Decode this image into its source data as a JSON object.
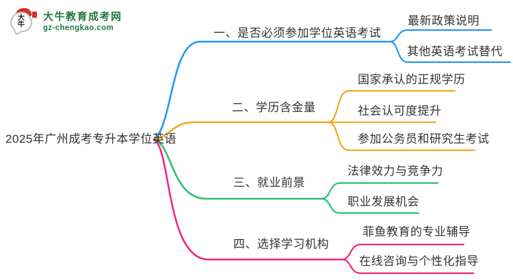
{
  "logo": {
    "mark_text": "大牛",
    "title": "大牛教育成考网",
    "url": "gz-chengkao.com"
  },
  "colors": {
    "blue": "#2196F3",
    "orange": "#F8A51B",
    "green": "#29C06A",
    "pink": "#F0267D",
    "text": "#333333",
    "logo_green": "#1F7A3C",
    "logo_red": "#D23128"
  },
  "mindmap": {
    "root": "2025年广州成考专升本学位英语",
    "branches": [
      {
        "label": "一、是否必须参加学位英语考试",
        "color": "#2196F3",
        "children": [
          "最新政策说明",
          "其他英语考试替代"
        ]
      },
      {
        "label": "二、学历含金量",
        "color": "#F8A51B",
        "children": [
          "国家承认的正规学历",
          "社会认可度提升",
          "参加公务员和研究生考试"
        ]
      },
      {
        "label": "三、就业前景",
        "color": "#29C06A",
        "children": [
          "法律效力与竞争力",
          "职业发展机会"
        ]
      },
      {
        "label": "四、选择学习机构",
        "color": "#F0267D",
        "children": [
          "菲鱼教育的专业辅导",
          "在线咨询与个性化指导"
        ]
      }
    ]
  }
}
